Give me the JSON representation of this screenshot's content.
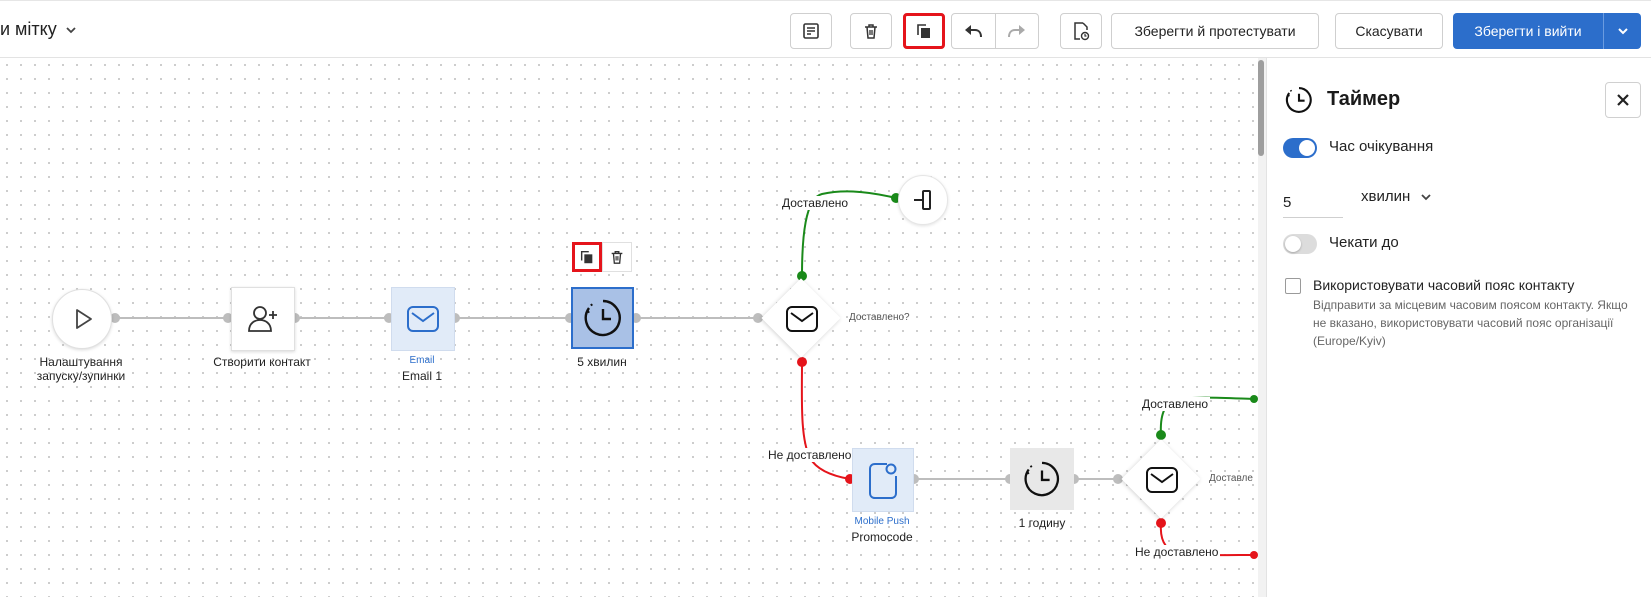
{
  "toolbar": {
    "title": "и мітку",
    "save_test_label": "Зберегти й протестувати",
    "cancel_label": "Скасувати",
    "save_exit_label": "Зберегти і вийти"
  },
  "nodes": {
    "start_label_line1": "Налаштування",
    "start_label_line2": "запуску/зупинки",
    "create_contact_label": "Створити контакт",
    "email_type": "Email",
    "email_name": "Email 1",
    "timer_label": "5 хвилин",
    "check_label": "Доставлено?",
    "check_label2": "Доставле",
    "push_type": "Mobile Push",
    "push_name": "Promocode",
    "timer2_label": "1 годину",
    "delivered": "Доставлено",
    "not_delivered": "Не доставлено",
    "delivered2": "Доставлено",
    "not_delivered2": "Не доставлено"
  },
  "panel": {
    "title": "Таймер",
    "wait_time_label": "Час очікування",
    "wait_time_enabled": true,
    "amount": "5",
    "unit": "хвилин",
    "wait_until_label": "Чекати до",
    "wait_until_enabled": false,
    "use_timezone_label": "Використовувати часовий пояс контакту",
    "use_timezone_desc": "Відправити за місцевим часовим поясом контакту. Якщо не вказано, використовувати часовий пояс організації (Europe/Kyiv)",
    "use_timezone_checked": false
  },
  "colors": {
    "accent": "#2c6ecb",
    "highlight": "#e5141b",
    "success": "#1a8a1a",
    "error": "#e5141b"
  }
}
